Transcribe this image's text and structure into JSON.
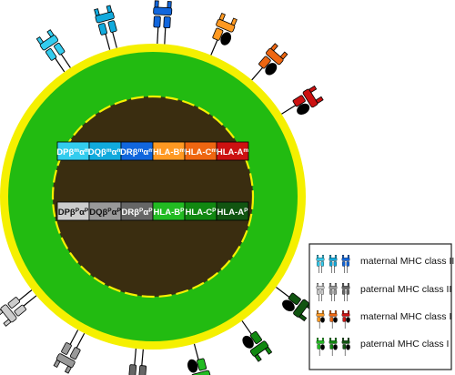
{
  "colors": {
    "outer_ring": "#f5f000",
    "membrane": "#22bb11",
    "nucleus": "#3a2d10",
    "nuclear_dash": "#f5f000",
    "maternal_class2": [
      "#33ccee",
      "#11aadd",
      "#1166dd"
    ],
    "maternal_class1": [
      "#ff9922",
      "#ee6611",
      "#cc1111"
    ],
    "paternal_class2": [
      "#cccccc",
      "#999999",
      "#666666"
    ],
    "paternal_class1": [
      "#22bb22",
      "#118811",
      "#115511"
    ]
  },
  "genes": {
    "maternal": [
      {
        "base": "DPβ",
        "sup1": "m",
        "mid": "α",
        "sup2": "m",
        "color": "#33ccee",
        "text_color": "#ffffff"
      },
      {
        "base": "DQβ",
        "sup1": "m",
        "mid": "α",
        "sup2": "m",
        "color": "#11aadd",
        "text_color": "#ffffff"
      },
      {
        "base": "DRβ",
        "sup1": "m",
        "mid": "α",
        "sup2": "m",
        "color": "#1166dd",
        "text_color": "#ffffff"
      },
      {
        "base": "HLA-B",
        "sup1": "m",
        "mid": "",
        "sup2": "",
        "color": "#ff9922",
        "text_color": "#ffffff"
      },
      {
        "base": "HLA-C",
        "sup1": "m",
        "mid": "",
        "sup2": "",
        "color": "#ee6611",
        "text_color": "#ffffff"
      },
      {
        "base": "HLA-A",
        "sup1": "m",
        "mid": "",
        "sup2": "",
        "color": "#cc1111",
        "text_color": "#ffffff"
      }
    ],
    "paternal": [
      {
        "base": "DPβ",
        "sup1": "P",
        "mid": "α",
        "sup2": "P",
        "color": "#cccccc",
        "text_color": "#111111"
      },
      {
        "base": "DQβ",
        "sup1": "P",
        "mid": "α",
        "sup2": "P",
        "color": "#999999",
        "text_color": "#111111"
      },
      {
        "base": "DRβ",
        "sup1": "P",
        "mid": "α",
        "sup2": "P",
        "color": "#666666",
        "text_color": "#ffffff"
      },
      {
        "base": "HLA-B",
        "sup1": "P",
        "mid": "",
        "sup2": "",
        "color": "#22bb22",
        "text_color": "#ffffff"
      },
      {
        "base": "HLA-C",
        "sup1": "P",
        "mid": "",
        "sup2": "",
        "color": "#118811",
        "text_color": "#ffffff"
      },
      {
        "base": "HLA-A",
        "sup1": "P",
        "mid": "",
        "sup2": "",
        "color": "#115511",
        "text_color": "#ffffff"
      }
    ]
  },
  "surface_molecules": [
    {
      "type": "class2",
      "color": "#33ccee"
    },
    {
      "type": "class2",
      "color": "#11aadd"
    },
    {
      "type": "class2",
      "color": "#1166dd"
    },
    {
      "type": "class1",
      "color": "#ff9922"
    },
    {
      "type": "class1",
      "color": "#ee6611"
    },
    {
      "type": "class1",
      "color": "#cc1111"
    },
    {
      "type": "class2",
      "color": "#cccccc"
    },
    {
      "type": "class2",
      "color": "#999999"
    },
    {
      "type": "class2",
      "color": "#666666"
    },
    {
      "type": "class1",
      "color": "#22bb22"
    },
    {
      "type": "class1",
      "color": "#118811"
    },
    {
      "type": "class1",
      "color": "#115511"
    }
  ],
  "legend": {
    "items": [
      {
        "label": "maternal MHC class II",
        "type": "class2",
        "colors": [
          "#33ccee",
          "#11aadd",
          "#1166dd"
        ]
      },
      {
        "label": "paternal MHC class II",
        "type": "class2",
        "colors": [
          "#cccccc",
          "#999999",
          "#666666"
        ]
      },
      {
        "label": "maternal MHC class I",
        "type": "class1",
        "colors": [
          "#ff9922",
          "#ee6611",
          "#cc1111"
        ]
      },
      {
        "label": "paternal MHC class I",
        "type": "class1",
        "colors": [
          "#22bb22",
          "#118811",
          "#115511"
        ]
      }
    ]
  }
}
